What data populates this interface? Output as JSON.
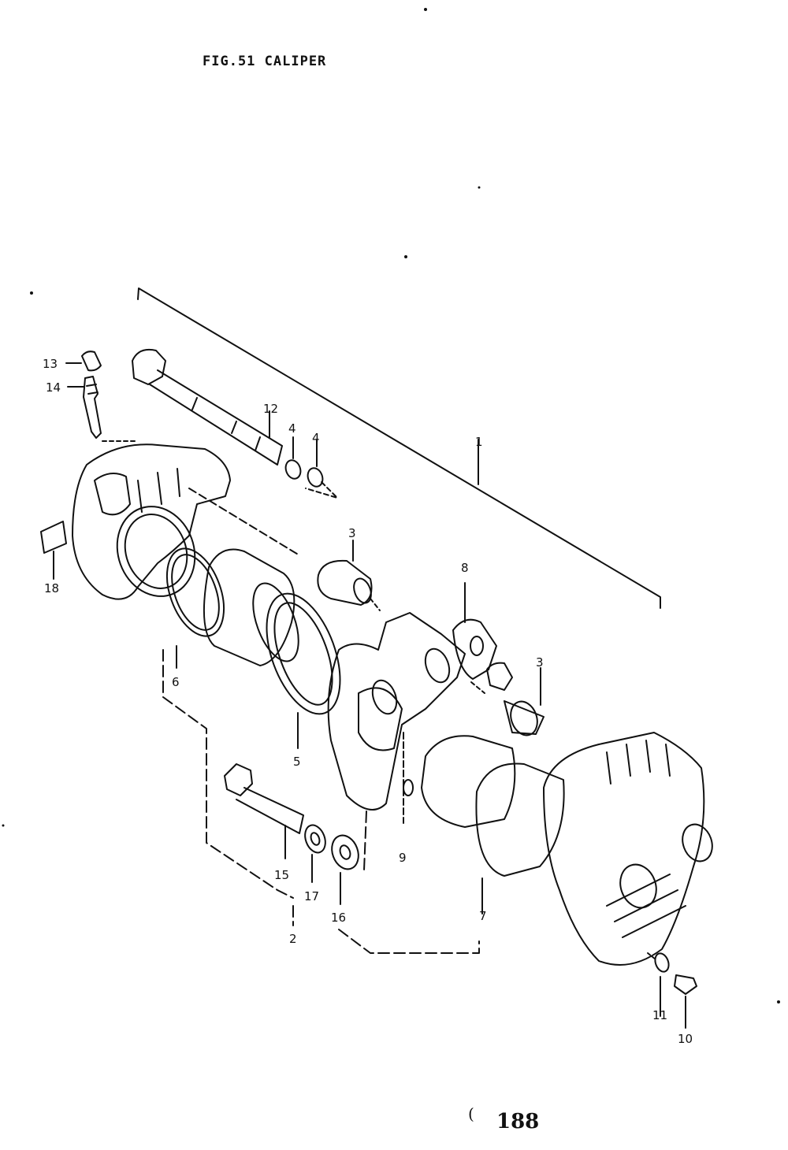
{
  "figure": {
    "title": "FIG.51  CALIPER",
    "page_number": "188",
    "page_tick": "("
  },
  "callouts": [
    {
      "id": "13",
      "label": "13"
    },
    {
      "id": "14",
      "label": "14"
    },
    {
      "id": "18",
      "label": "18"
    },
    {
      "id": "12",
      "label": "12"
    },
    {
      "id": "4a",
      "label": "4"
    },
    {
      "id": "4b",
      "label": "4"
    },
    {
      "id": "1",
      "label": "1"
    },
    {
      "id": "3a",
      "label": "3"
    },
    {
      "id": "8",
      "label": "8"
    },
    {
      "id": "3b",
      "label": "3"
    },
    {
      "id": "6",
      "label": "6"
    },
    {
      "id": "5",
      "label": "5"
    },
    {
      "id": "9",
      "label": "9"
    },
    {
      "id": "15",
      "label": "15"
    },
    {
      "id": "17",
      "label": "17"
    },
    {
      "id": "16",
      "label": "16"
    },
    {
      "id": "2",
      "label": "2"
    },
    {
      "id": "7",
      "label": "7"
    },
    {
      "id": "11",
      "label": "11"
    },
    {
      "id": "10",
      "label": "10"
    }
  ],
  "colors": {
    "ink": "#111111",
    "paper": "#ffffff"
  }
}
